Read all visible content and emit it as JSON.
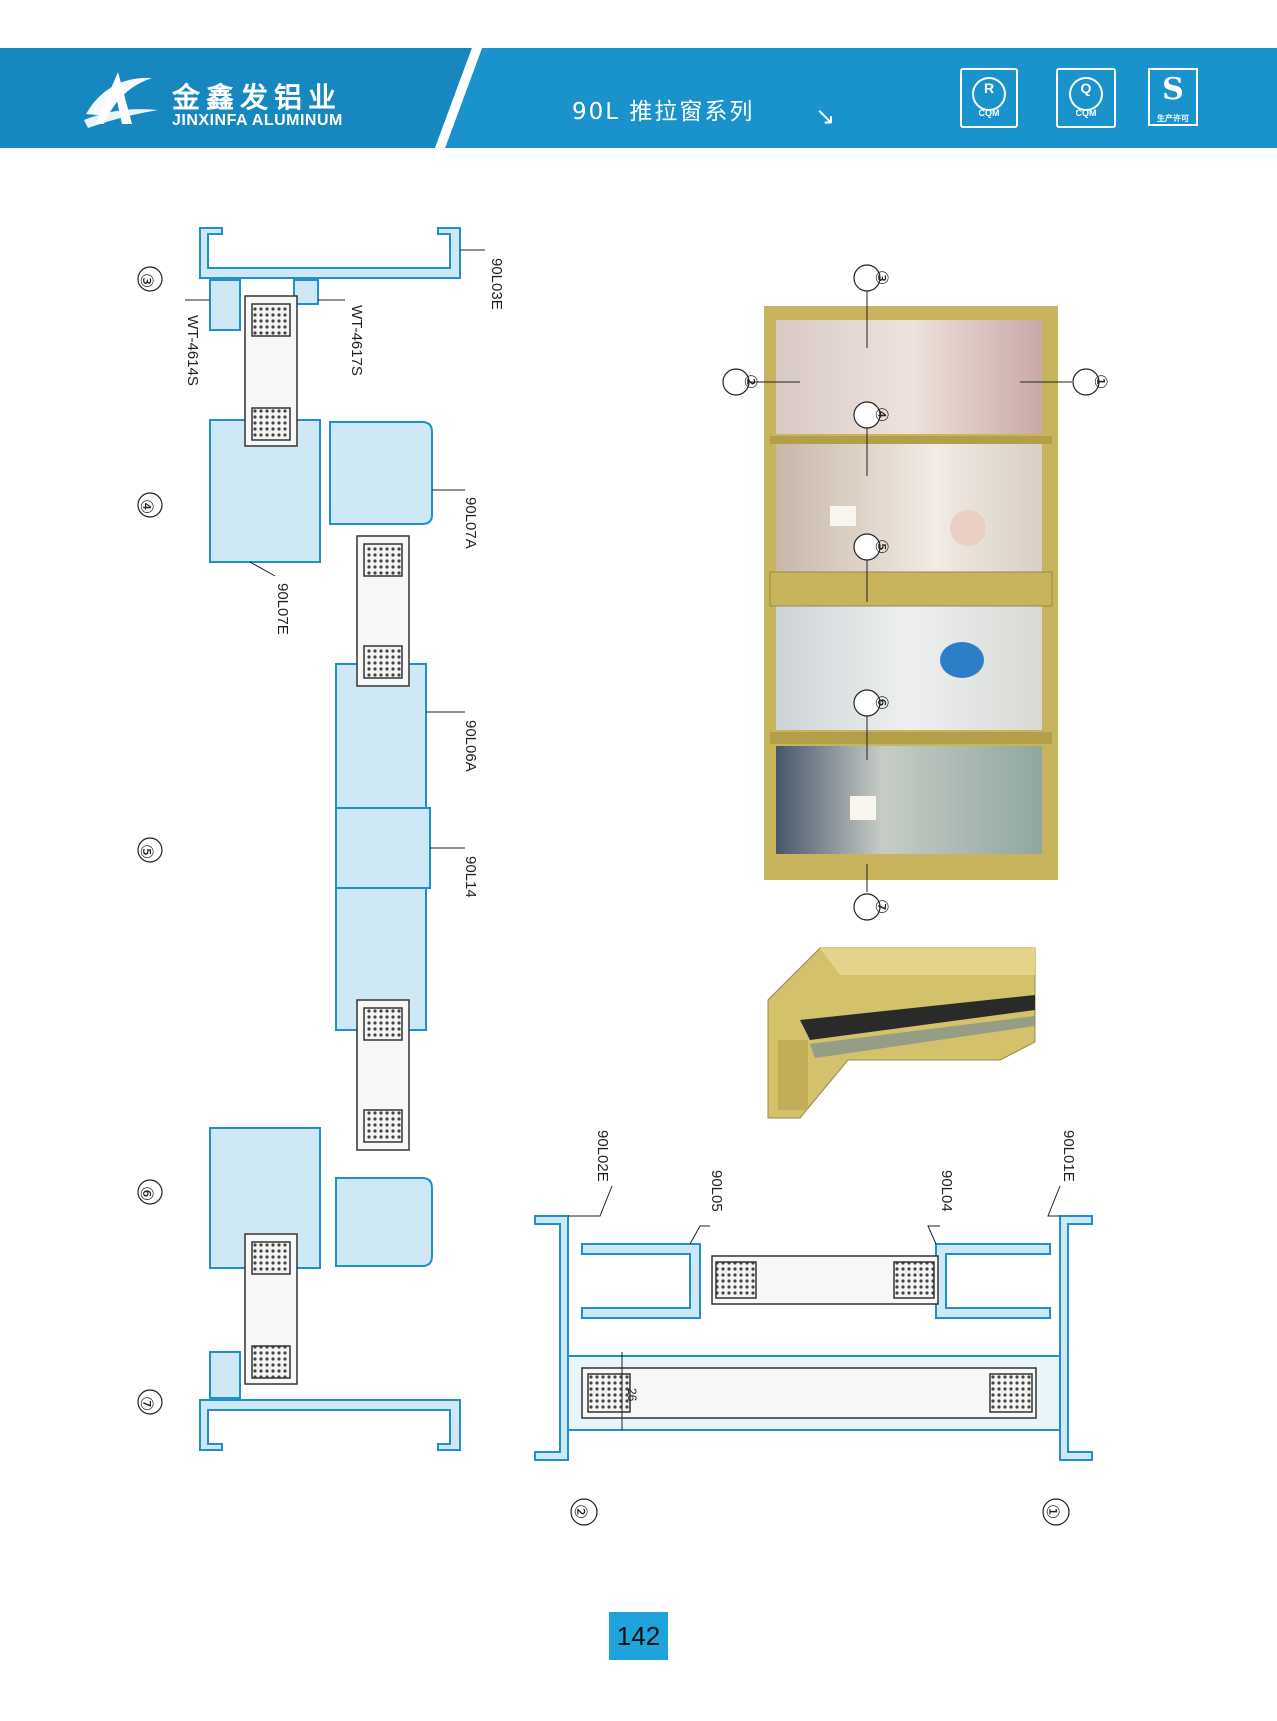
{
  "header": {
    "brand_cn": "金鑫发铝业",
    "brand_en": "JINXINFA ALUMINUM",
    "series_title": "90L 推拉窗系列",
    "arrow_glyph": "↘",
    "badges": [
      {
        "letter": "R",
        "text": "CQM"
      },
      {
        "letter": "Q",
        "text": "CQM"
      },
      {
        "letter": "S",
        "text": "生产许可"
      }
    ],
    "colors": {
      "band": "#1a8ec7",
      "band_dark": "#136f9f",
      "white": "#ffffff"
    }
  },
  "section_markers": {
    "left": [
      "③",
      "④",
      "⑤",
      "⑥",
      "⑦"
    ],
    "window": [
      "③",
      "②",
      "①",
      "④",
      "⑤",
      "⑥",
      "⑦"
    ],
    "bottom": [
      "②",
      "①"
    ]
  },
  "profile_labels": {
    "p90L03E": "90L03E",
    "wt4617s": "WT-4617S",
    "wt4614s": "WT-4614S",
    "p90L07A": "90L07A",
    "p90L07E": "90L07E",
    "p90L06A": "90L06A",
    "p90L14": "90L14",
    "p90L02E": "90L02E",
    "p90L05": "90L05",
    "p90L04": "90L04",
    "p90L01E": "90L01E",
    "glass_dim": "26"
  },
  "colors": {
    "profile_fill": "#cfe8f6",
    "profile_stroke": "#1f8fd0",
    "gold_frame": "#c8b45c",
    "gold_dark": "#9a8a3e"
  },
  "page": {
    "number": "142",
    "color": "#1fa3dc"
  }
}
